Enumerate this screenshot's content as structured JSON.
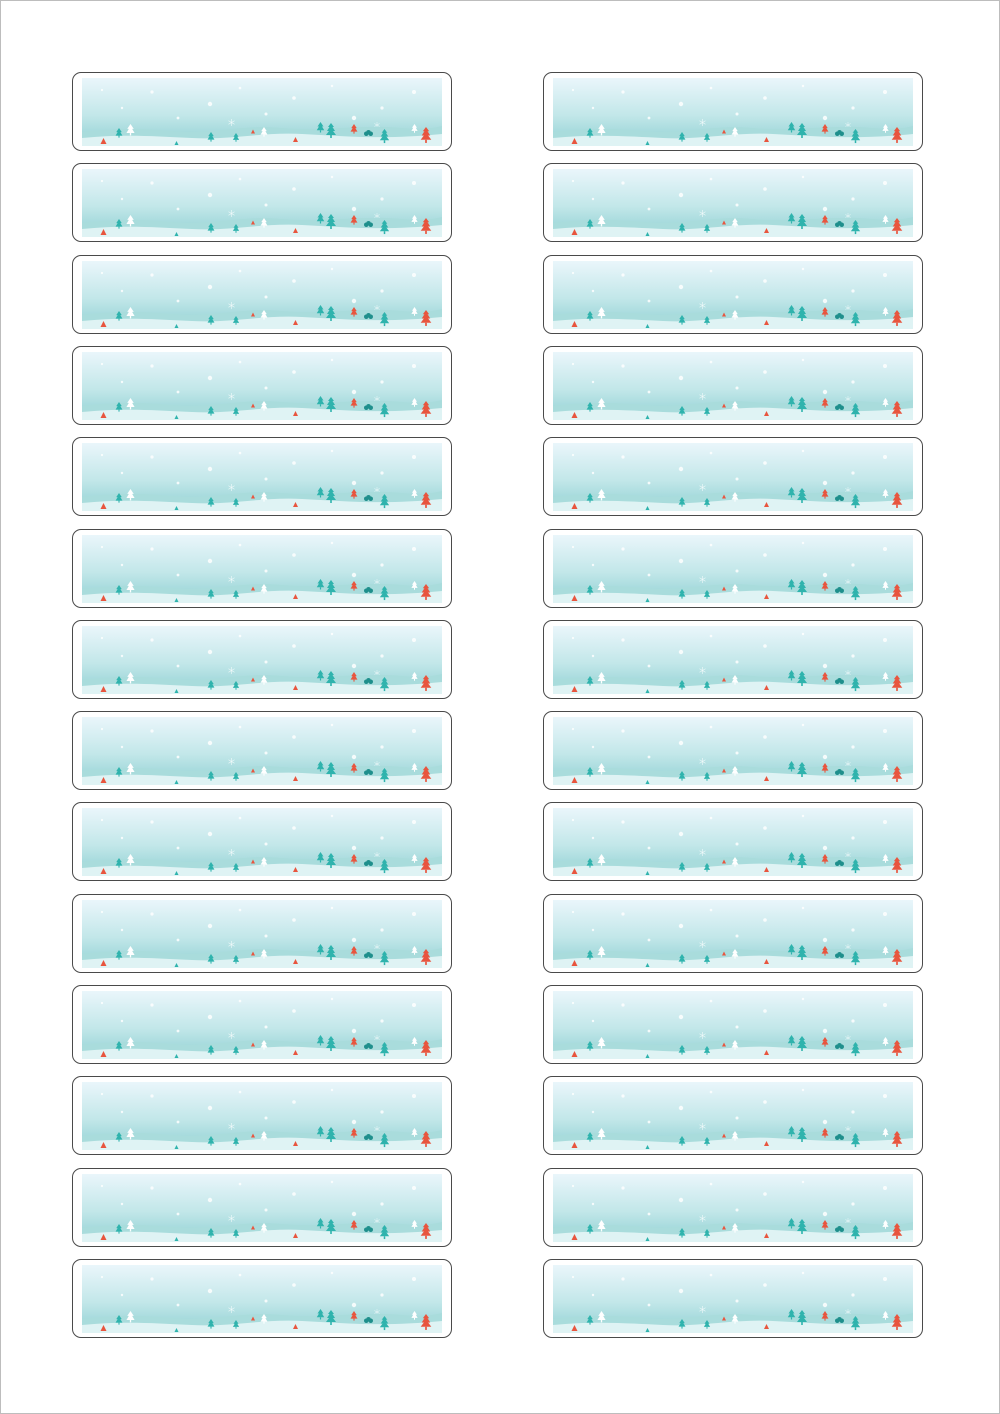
{
  "sheet": {
    "columns": 2,
    "rows": 14,
    "label_count": 28
  },
  "palette": {
    "sky_top": "#eaf6fb",
    "sky_mid": "#bfe6e8",
    "sky_low": "#8fd0d3",
    "hill_back": "#a9dcdc",
    "hill_front": "#dff3f4",
    "tree_teal": "#2fb3ad",
    "tree_dark": "#1f8f8c",
    "tree_red": "#e8553e",
    "tree_white": "#ffffff",
    "snow": "#ffffff"
  },
  "label_artwork": "winter-forest-scene"
}
